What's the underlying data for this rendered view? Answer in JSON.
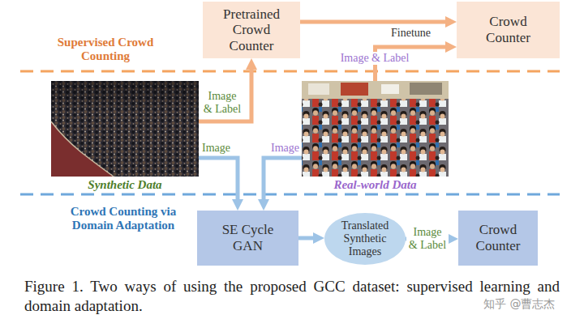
{
  "diagram": {
    "caption": "Figure 1. Two ways of using the proposed GCC dataset: supervised learning and domain adaptation.",
    "nodes": [
      {
        "text": [
          "Pretrained Crowd Counter"
        ]
      },
      {
        "text": [
          "Crowd Counter"
        ]
      },
      {
        "text": [
          "Synthetic Data"
        ]
      },
      {
        "text": [
          "Real-world Data"
        ]
      },
      {
        "text": [
          "SE Cycle GAN"
        ]
      },
      {
        "text": [
          "Translated Synthetic Images"
        ]
      },
      {
        "text": [
          "Crowd Counter"
        ]
      }
    ],
    "edges": [
      {
        "from": 2,
        "to": 0,
        "label": "Image & Label",
        "arrow": "to"
      },
      {
        "from": 0,
        "to": 1,
        "arrow": "to"
      },
      {
        "from": 3,
        "to": 1,
        "label": "Image & Label",
        "arrow": "to"
      },
      {
        "from": 2,
        "to": 4,
        "label": "Image",
        "arrow": "to"
      },
      {
        "from": 3,
        "to": 4,
        "label": "Image",
        "arrow": "to"
      },
      {
        "from": 4,
        "to": 5,
        "arrow": "to"
      },
      {
        "from": 5,
        "to": 6,
        "label": "Image & Label",
        "arrow": "to"
      }
    ],
    "labels": [
      "Supervised Crowd Counting",
      "Finetune",
      "Crowd Counting via Domain Adaptation",
      "知乎 @曹志杰"
    ]
  }
}
